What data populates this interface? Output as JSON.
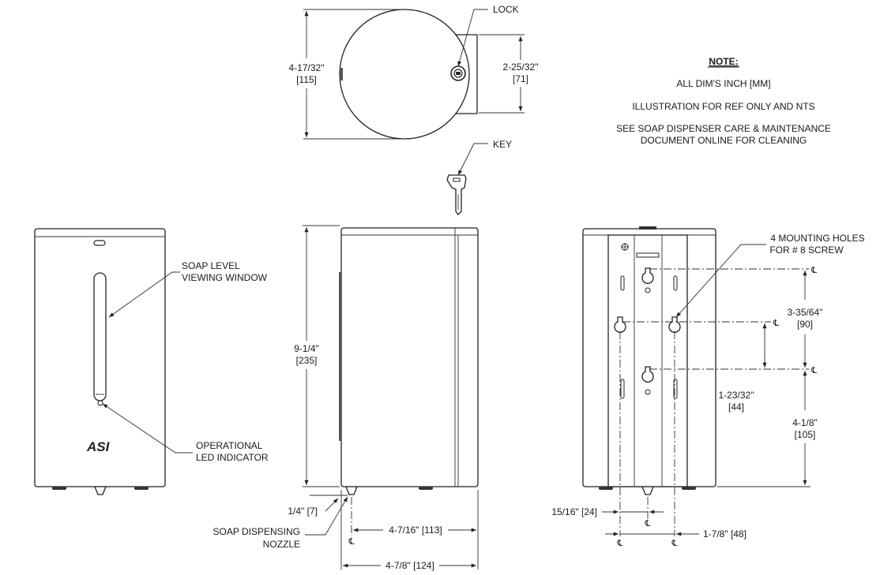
{
  "labels": {
    "lock": "LOCK",
    "key": "KEY",
    "top_height": "4-17/32\"",
    "top_height_mm": "[115]",
    "lock_offset": "2-25/32\"",
    "lock_offset_mm": "[71]",
    "soap_level_1": "SOAP LEVEL",
    "soap_level_2": "VIEWING WINDOW",
    "led_1": "OPERATIONAL",
    "led_2": "LED INDICATOR",
    "brand": "ASI",
    "height": "9-1/4\"",
    "height_mm": "[235]",
    "nozzle_gap": "1/4\" [7]",
    "nozzle_1": "SOAP DISPENSING",
    "nozzle_2": "NOZZLE",
    "depth_nozzle": "4-7/16\" [113]",
    "depth_total": "4-7/8\" [124]",
    "mount_1": "4 MOUNTING HOLES",
    "mount_2": "FOR # 8 SCREW",
    "vert_spacing": "3-35/64\"",
    "vert_spacing_mm": "[90]",
    "mid_spacing": "1-23/32\"",
    "mid_spacing_mm": "[44]",
    "bottom_hole": "4-1/8\"",
    "bottom_hole_mm": "[105]",
    "nozzle_offset": "15/16\" [24]",
    "hole_spacing": "1-7/8\" [48]",
    "centerline": "℄"
  },
  "note": {
    "title": "NOTE:",
    "line1": "ALL DIM'S INCH [MM]",
    "line2": "ILLUSTRATION FOR REF ONLY AND NTS",
    "line3": "SEE SOAP DISPENSER CARE & MAINTENANCE",
    "line4": "DOCUMENT ONLINE FOR CLEANING"
  }
}
